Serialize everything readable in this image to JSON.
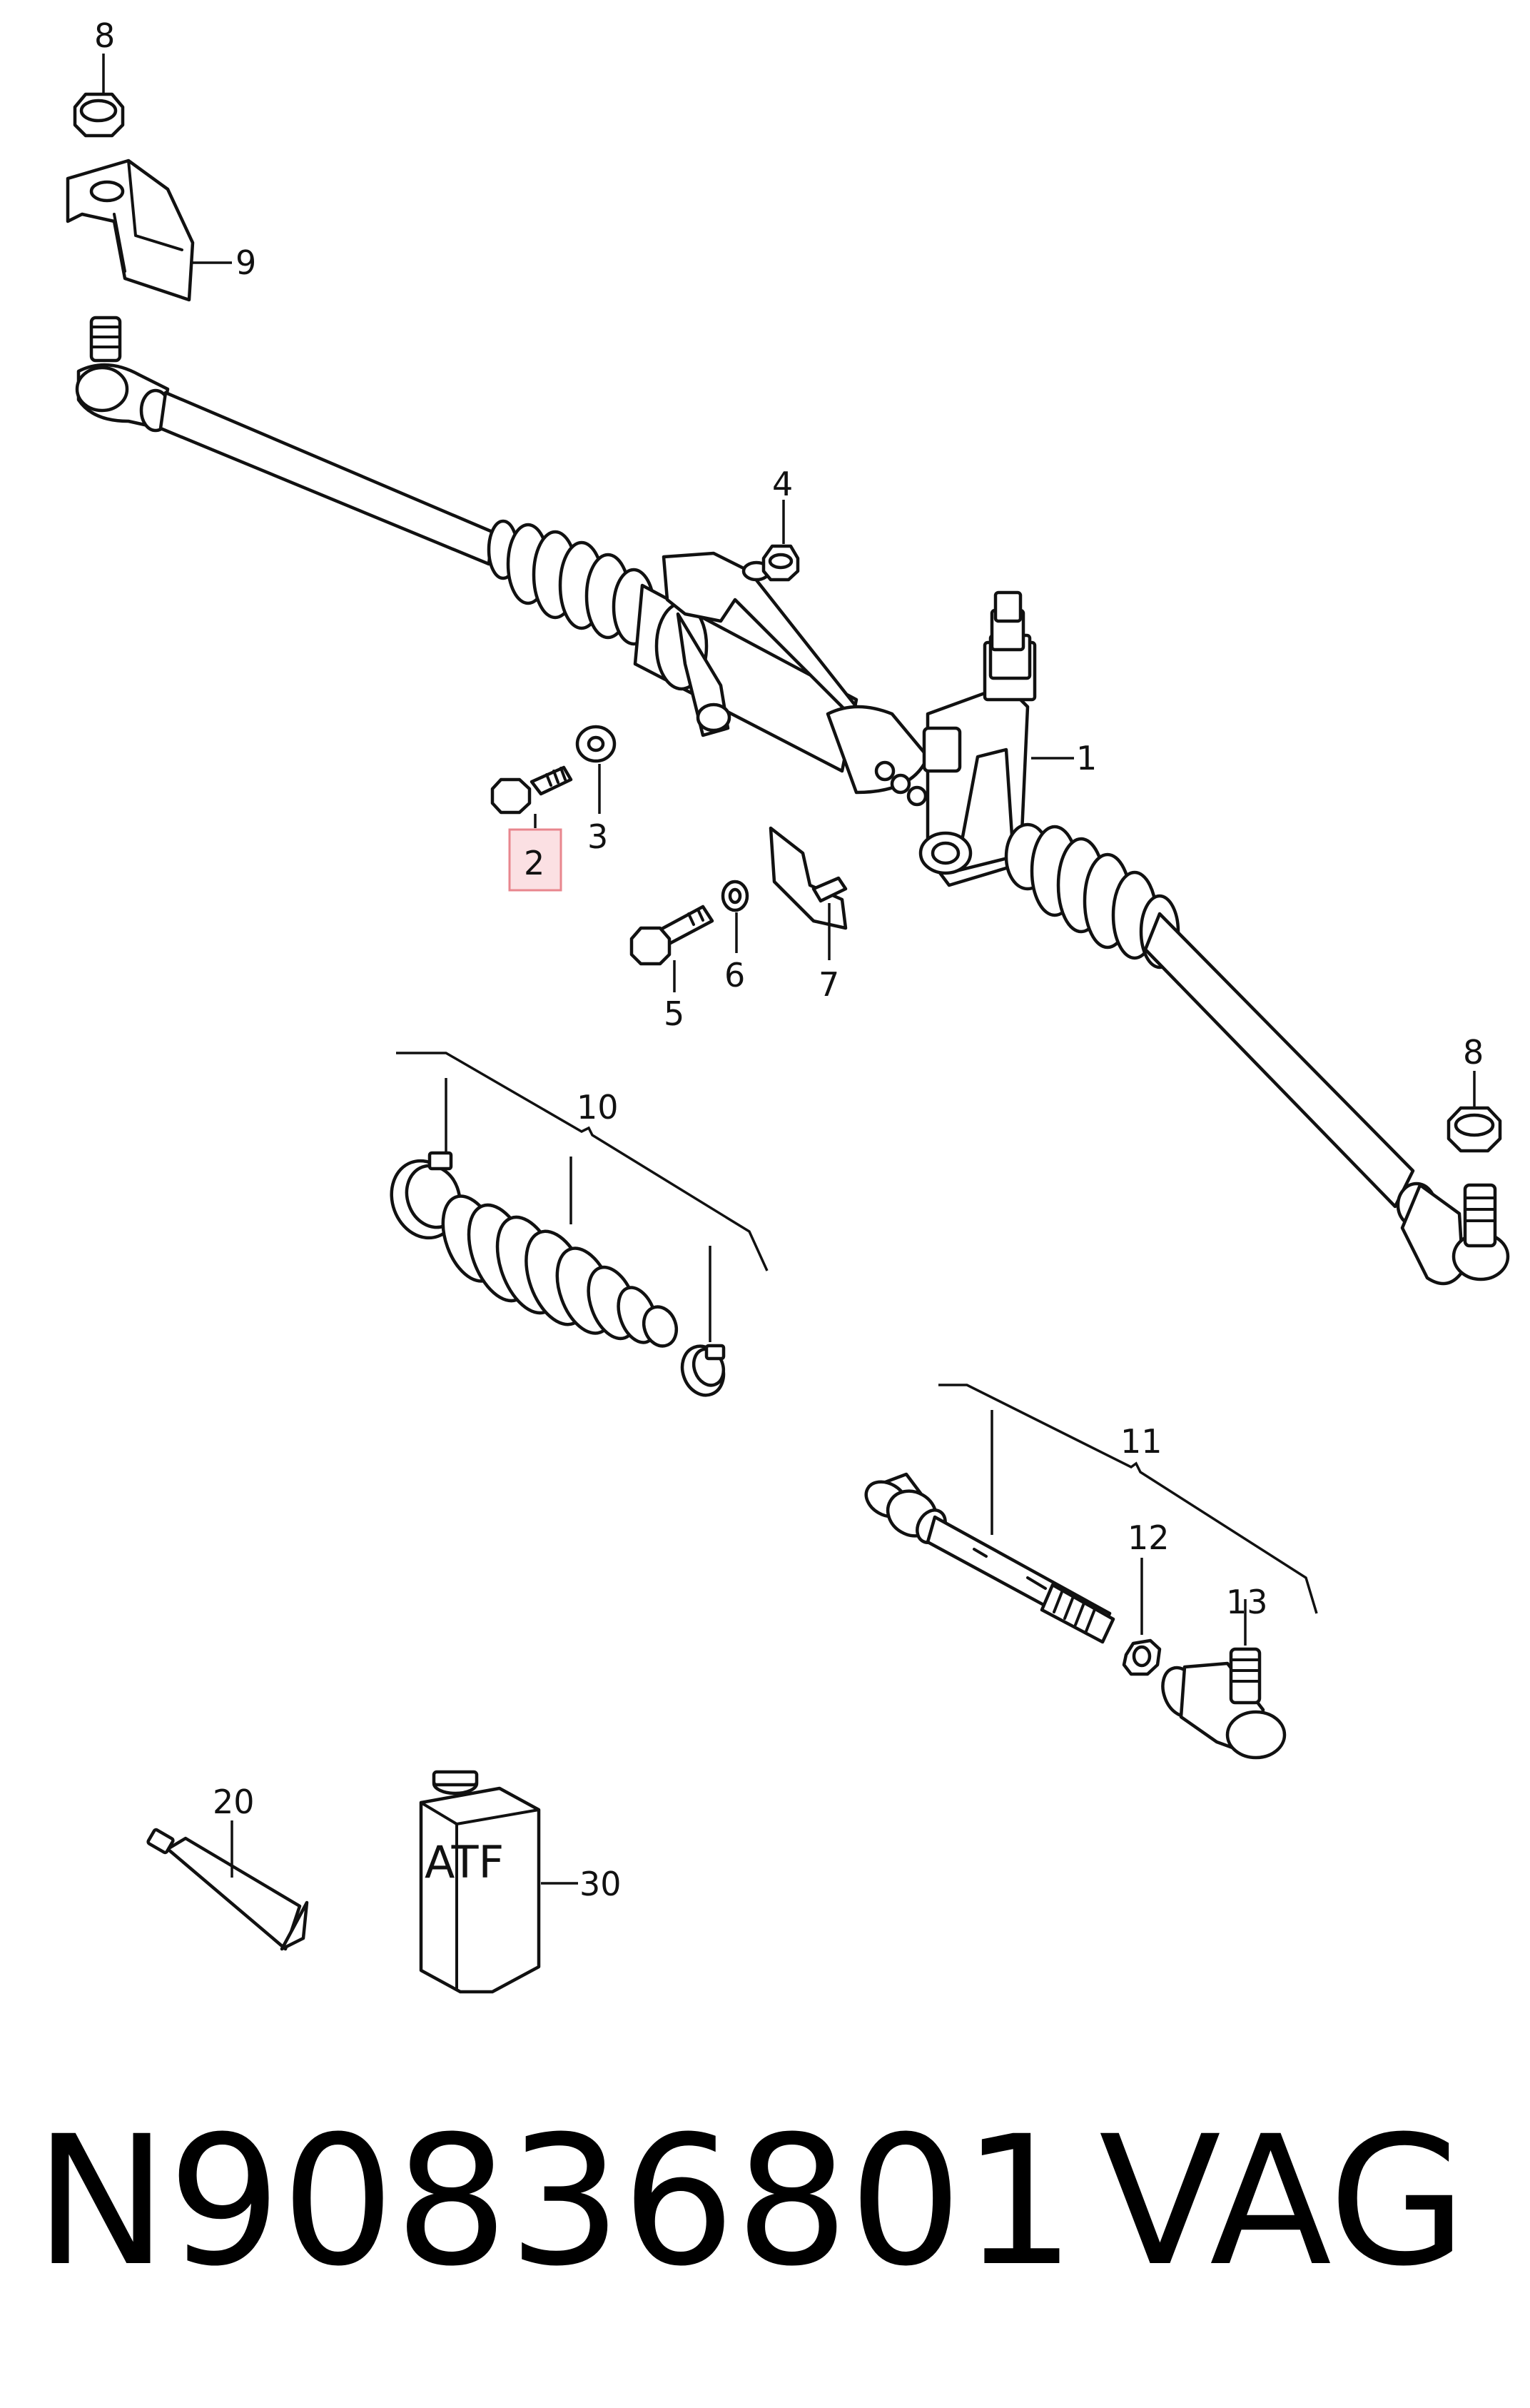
{
  "callouts": {
    "p1": "1",
    "p2": "2",
    "p3": "3",
    "p4": "4",
    "p5": "5",
    "p6": "6",
    "p7": "7",
    "p8_top": "8",
    "p8_right": "8",
    "p9": "9",
    "p10": "10",
    "p11": "11",
    "p12": "12",
    "p13": "13",
    "p20": "20",
    "p30": "30"
  },
  "container_label": "ATF",
  "footer": {
    "part_number": "N90836801",
    "brand": "VAG"
  },
  "colors": {
    "highlight_fill": "#fbe0e3",
    "highlight_stroke": "#e8868e",
    "line": "#111111"
  }
}
